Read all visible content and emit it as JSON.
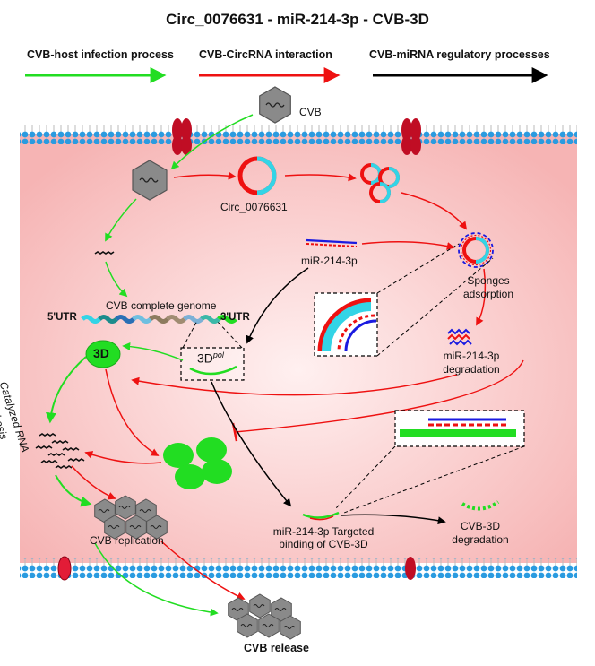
{
  "title": "Circ_0076631 - miR-214-3p - CVB-3D",
  "legend": {
    "host": "CVB-host infection process",
    "circ": "CVB-CircRNA interaction",
    "mirna": "CVB-miRNA regulatory processes"
  },
  "colors": {
    "green": "#22dd22",
    "red": "#ee1111",
    "black": "#000000",
    "cytoplasm": "#f5b8b8",
    "membrane_head": "#2a9be0",
    "channel": "#c00d24",
    "circ_cyan": "#33d4e6",
    "mir_blue": "#1a1ae0"
  },
  "labels": {
    "cvb": "CVB",
    "circ": "Circ_0076631",
    "mir": "miR-214-3p",
    "sponge_1": "Sponges",
    "sponge_2": "adsorption",
    "deg_1": "miR-214-3p",
    "deg_2": "degradation",
    "genome": "CVB complete genome",
    "utr5": "5'UTR",
    "utr3": "3'UTR",
    "protein_3d": "3D",
    "pol_base": "3D",
    "pol_sup": "pol",
    "synth_1": "Catalyzed RNA",
    "synth_2": "synthesis",
    "replication": "CVB replication",
    "target_1": "miR-214-3p Targeted",
    "target_2": "binding of CVB-3D",
    "cvb3d_1": "CVB-3D",
    "cvb3d_2": "degradation",
    "release": "CVB release"
  },
  "icons": [
    "cvb-virion-icon",
    "hexagon-virus-icon",
    "circrna-icon",
    "mirna-duplex-icon",
    "channel-protein-icon",
    "rna-fragment-icon"
  ]
}
